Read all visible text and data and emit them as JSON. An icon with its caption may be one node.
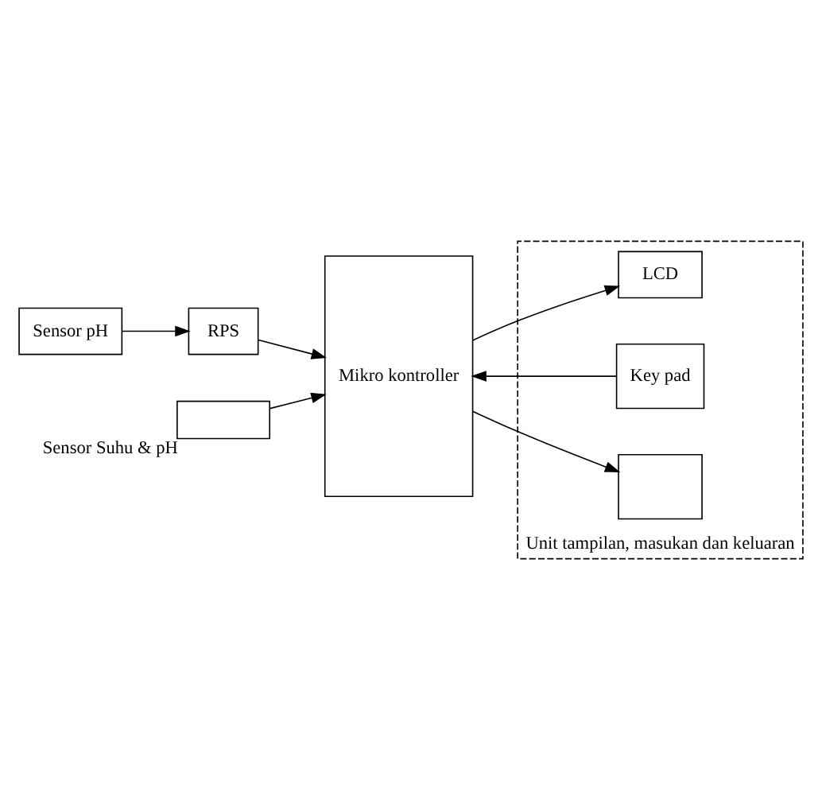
{
  "diagram": {
    "nodes": [
      {
        "text": [
          "Sensor pH"
        ]
      },
      {
        "text": [
          "RPS"
        ]
      },
      {
        "text": [],
        "shape": "box",
        "beside": [
          "Sensor Suhu & pH"
        ]
      },
      {
        "text": [
          "Mikro kontroller"
        ]
      },
      {
        "text": [
          "Unit tampilan, masukan dan keluaran"
        ]
      },
      {
        "text": [
          "LCD"
        ],
        "in": 4
      },
      {
        "text": [
          "Key pad"
        ],
        "in": 4
      },
      {
        "text": [],
        "shape": "box",
        "in": 4
      }
    ],
    "edges": [
      {
        "from": 0,
        "to": 1,
        "arrow": "to"
      },
      {
        "from": 1,
        "to": 3,
        "arrow": "to"
      },
      {
        "from": 2,
        "to": 3,
        "arrow": "to"
      },
      {
        "from": 3,
        "to": 5,
        "arrow": "to"
      },
      {
        "from": 6,
        "to": 3,
        "arrow": "to"
      },
      {
        "from": 3,
        "to": 7,
        "arrow": "to"
      }
    ]
  }
}
